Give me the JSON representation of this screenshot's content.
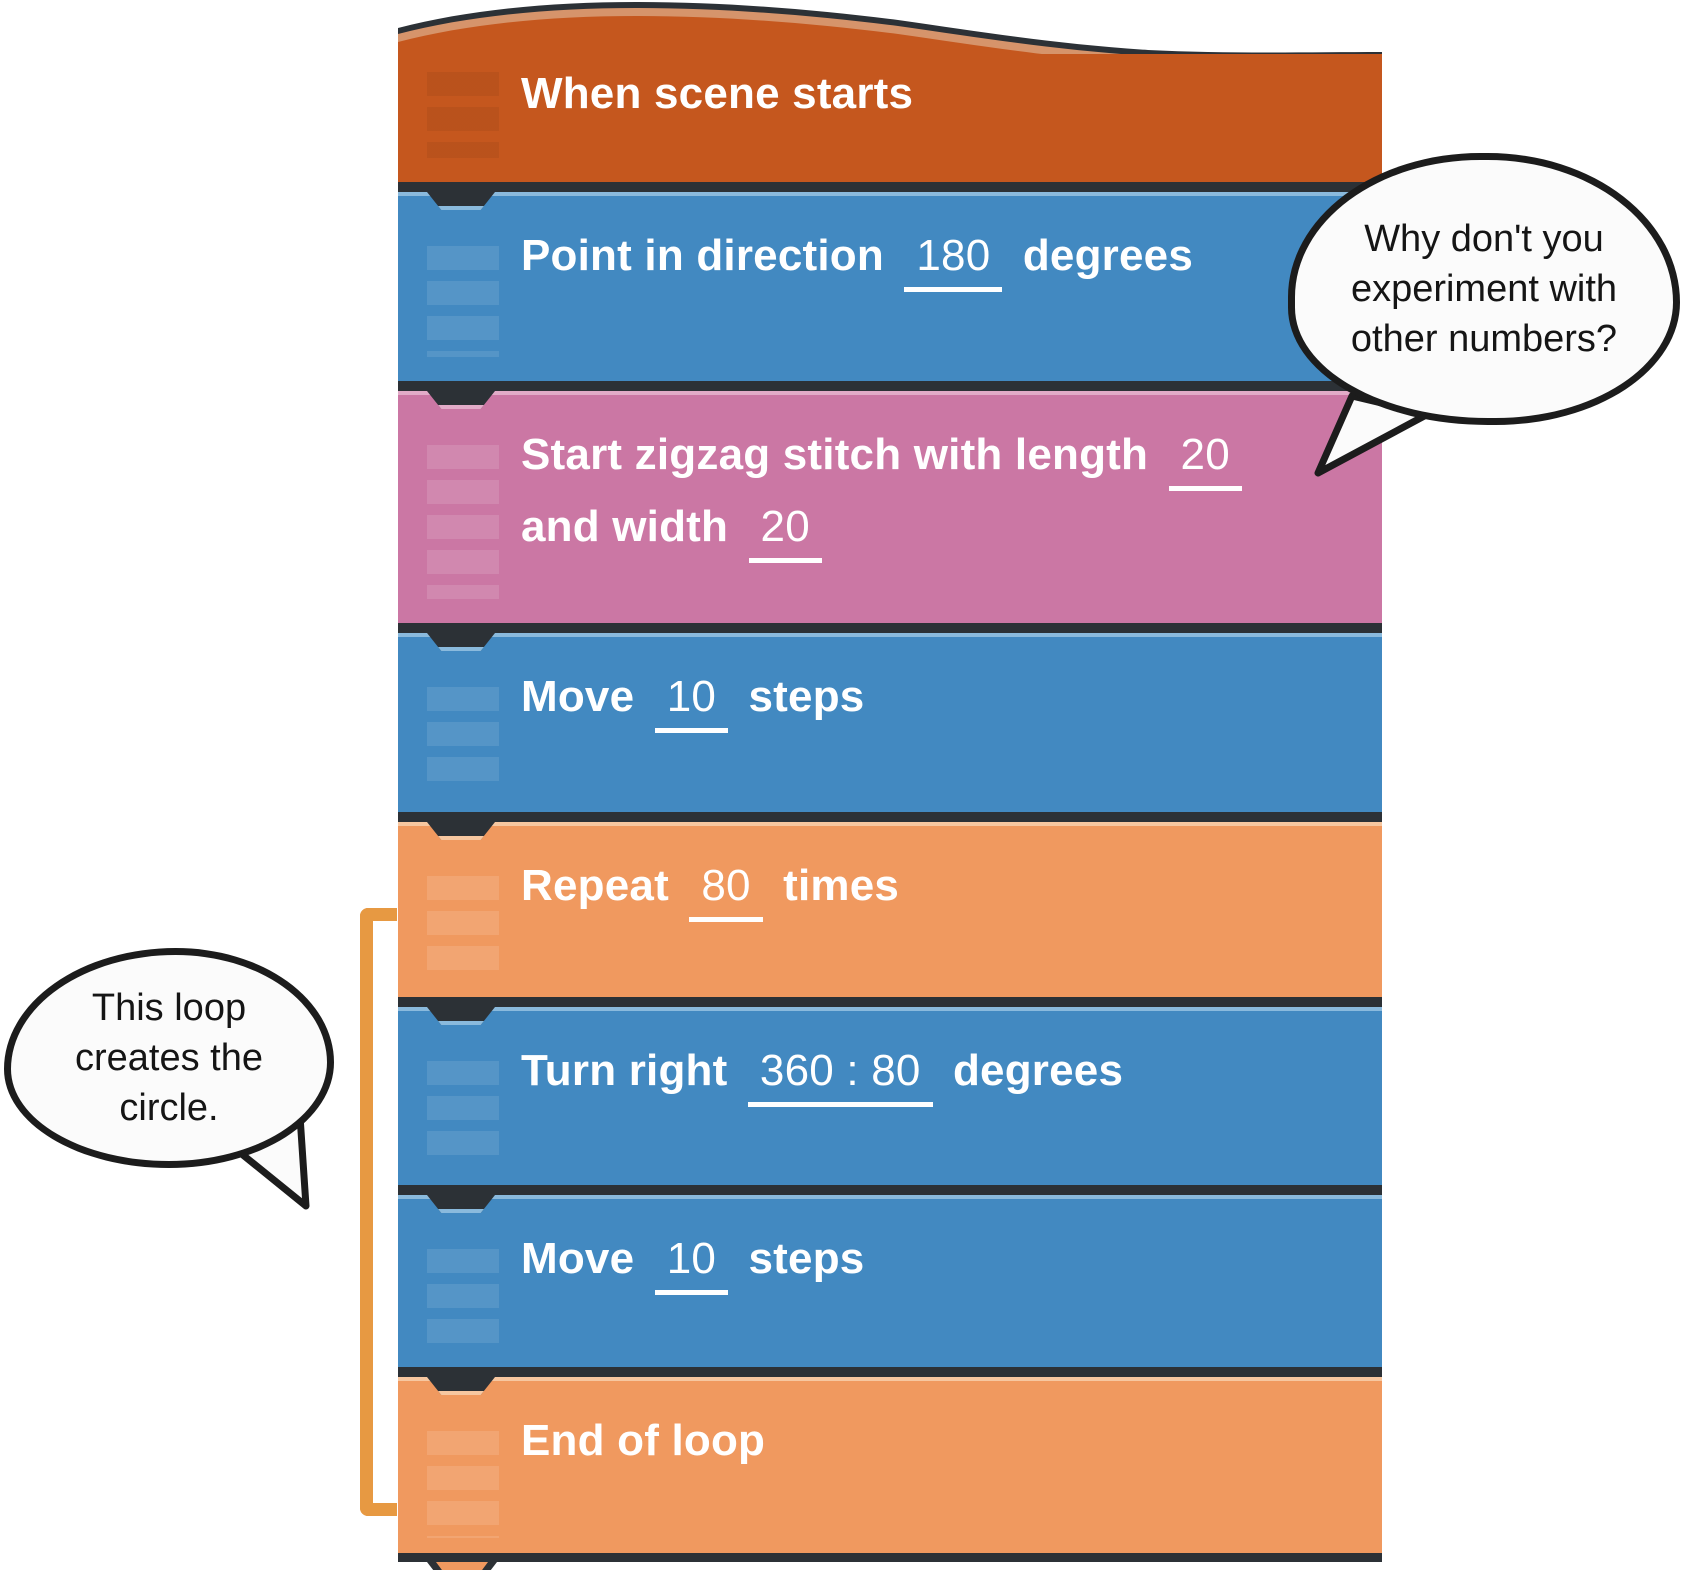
{
  "app": {
    "description": "block coding script with tutorial callouts"
  },
  "palette": {
    "outline": "#2c3136",
    "bracket": "#e79942",
    "block_text": "#ffffff",
    "hat_base": "#c5571e",
    "hat_highlight": "#d6946b",
    "blue_base": "#4289c1",
    "blue_highlight": "#8abadd",
    "pink_base": "#cb77a4",
    "pink_highlight": "#e2abc8",
    "orange_base": "#f0995f",
    "orange_highlight": "#f7c7a0"
  },
  "blocks": [
    {
      "id": "when-scene-starts",
      "style": "hat",
      "lines": [
        [
          {
            "k": "label",
            "t": "When scene starts"
          }
        ]
      ]
    },
    {
      "id": "point-in-direction",
      "style": "blue",
      "lines": [
        [
          {
            "k": "label",
            "t": "Point in direction"
          },
          {
            "k": "value",
            "t": "180"
          },
          {
            "k": "label",
            "t": "degrees"
          }
        ]
      ]
    },
    {
      "id": "start-zigzag-stitch",
      "style": "pink",
      "lines": [
        [
          {
            "k": "label",
            "t": "Start zigzag stitch with length"
          },
          {
            "k": "value",
            "t": "20"
          }
        ],
        [
          {
            "k": "label",
            "t": "and width"
          },
          {
            "k": "value",
            "t": "20"
          }
        ]
      ]
    },
    {
      "id": "move-steps-1",
      "style": "blue",
      "lines": [
        [
          {
            "k": "label",
            "t": "Move"
          },
          {
            "k": "value",
            "t": "10"
          },
          {
            "k": "label",
            "t": "steps"
          }
        ]
      ]
    },
    {
      "id": "repeat-times",
      "style": "orange",
      "lines": [
        [
          {
            "k": "label",
            "t": "Repeat"
          },
          {
            "k": "value",
            "t": "80"
          },
          {
            "k": "label",
            "t": "times"
          }
        ]
      ]
    },
    {
      "id": "turn-right",
      "style": "blue",
      "lines": [
        [
          {
            "k": "label",
            "t": "Turn right"
          },
          {
            "k": "value",
            "t": "360 : 80"
          },
          {
            "k": "label",
            "t": "degrees"
          }
        ]
      ]
    },
    {
      "id": "move-steps-2",
      "style": "blue",
      "lines": [
        [
          {
            "k": "label",
            "t": "Move"
          },
          {
            "k": "value",
            "t": "10"
          },
          {
            "k": "label",
            "t": "steps"
          }
        ]
      ]
    },
    {
      "id": "end-of-loop",
      "style": "orange",
      "lines": [
        [
          {
            "k": "label",
            "t": "End of loop"
          }
        ]
      ]
    }
  ],
  "bubbles": {
    "hint": {
      "text": "Why don't you\nexperiment with\nother numbers?"
    },
    "loop_note": {
      "text": "This loop\ncreates the\ncircle."
    }
  }
}
